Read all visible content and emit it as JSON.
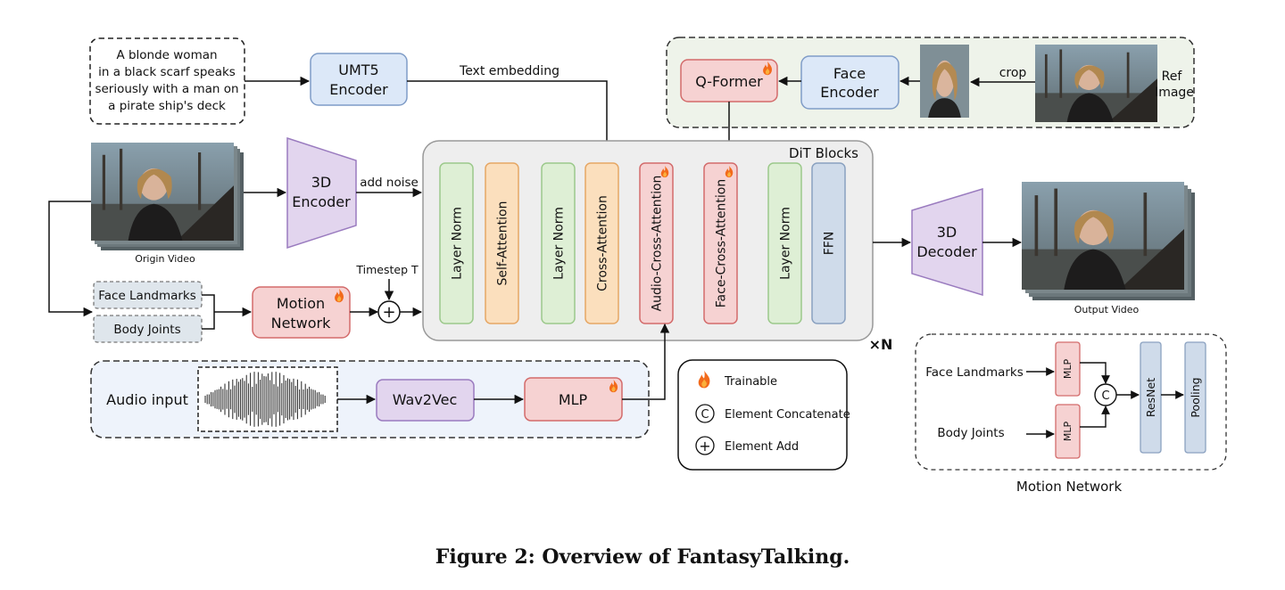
{
  "prompt": {
    "lines": [
      "A blonde woman",
      "in a black scarf speaks",
      "seriously with a man on",
      "a pirate ship's deck"
    ]
  },
  "umt5": {
    "line1": "UMT5",
    "line2": "Encoder"
  },
  "text_embedding": "Text embedding",
  "ref_panel": {
    "qformer": "Q-Former",
    "face_encoder_line1": "Face",
    "face_encoder_line2": "Encoder",
    "crop": "crop",
    "ref_line1": "Ref",
    "ref_line2": "Image"
  },
  "origin_video": "Origin Video",
  "encoder3d": {
    "line1": "3D",
    "line2": "Encoder"
  },
  "add_noise": "add noise",
  "dit": {
    "title": "DiT Blocks",
    "blocks": [
      "Layer Norm",
      "Self-Attention",
      "Layer Norm",
      "Cross-Attention",
      "Audio-Cross-Attention",
      "Face-Cross-Attention",
      "Layer Norm",
      "FFN"
    ],
    "repeat": "×N"
  },
  "decoder3d": {
    "line1": "3D",
    "line2": "Decoder"
  },
  "output_video": "Output Video",
  "motion_inputs": {
    "face": "Face Landmarks",
    "body": "Body Joints"
  },
  "motion_network_box": {
    "line1": "Motion",
    "line2": "Network"
  },
  "timestep": "Timestep T",
  "add_symbol": "+",
  "audio": {
    "label": "Audio input",
    "wav2vec": "Wav2Vec",
    "mlp": "MLP"
  },
  "legend": {
    "trainable": "Trainable",
    "concat_symbol": "C",
    "concat": "Element Concatenate",
    "add": "Element Add"
  },
  "motion_detail": {
    "face": "Face Landmarks",
    "body": "Body Joints",
    "mlp": "MLP",
    "concat": "C",
    "resnet": "ResNet",
    "pooling": "Pooling",
    "title": "Motion Network"
  },
  "caption": "Figure 2: Overview of FantasyTalking.",
  "colors": {
    "blue": "#dce8f8",
    "purple": "#e2d5ee",
    "pink": "#f6d2d2",
    "orange": "#fbdfbd",
    "green": "#deefd5",
    "gray": "#cfdbea",
    "panel_green": "#eef3ea",
    "panel_blue": "#eef3fb",
    "panel_gray": "#eeeeee"
  }
}
